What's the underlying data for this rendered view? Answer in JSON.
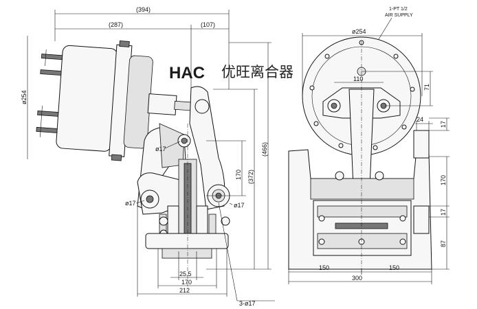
{
  "brand": {
    "logo_letters": "HAC",
    "name_cn": "优旺离合器"
  },
  "annotations": {
    "air_supply_line1": "1-PT 1/2",
    "air_supply_line2": "AIR SUPPLY",
    "holes_callout": "3-ø17"
  },
  "side_view": {
    "dim_overall_width": "(394)",
    "dim_actuator": "(287)",
    "dim_arm": "(107)",
    "dim_actuator_dia": "ø254",
    "dim_height_total": "(466)",
    "dim_height_mid": "(372)",
    "dim_170": "170",
    "dim_pin_top": "ø17",
    "dim_pin_left": "ø17",
    "dim_pin_right": "ø17",
    "dim_25_5": "25.5",
    "dim_170_base": "170",
    "dim_212": "212"
  },
  "front_view": {
    "dim_dia": "ø254",
    "dim_110": "110",
    "dim_71": "71",
    "dim_24": "24",
    "dim_17": "17",
    "dim_170": "170",
    "dim_87": "87",
    "dim_150_left": "150",
    "dim_150_right": "150",
    "dim_300": "300"
  },
  "colors": {
    "line": "#111111",
    "fill_light": "#f7f7f7",
    "fill_mid": "#e2e2e2",
    "fill_dark": "#777777"
  }
}
